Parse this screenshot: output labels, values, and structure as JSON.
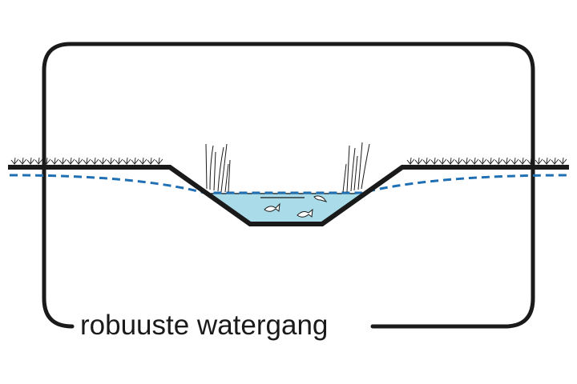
{
  "caption": "robuuste watergang",
  "colors": {
    "outline": "#1a1a1a",
    "water": "#a9dbe8",
    "water_table": "#1f6fb4",
    "background": "#ffffff"
  },
  "icons": [
    "grass-tufts",
    "reeds",
    "fish"
  ]
}
